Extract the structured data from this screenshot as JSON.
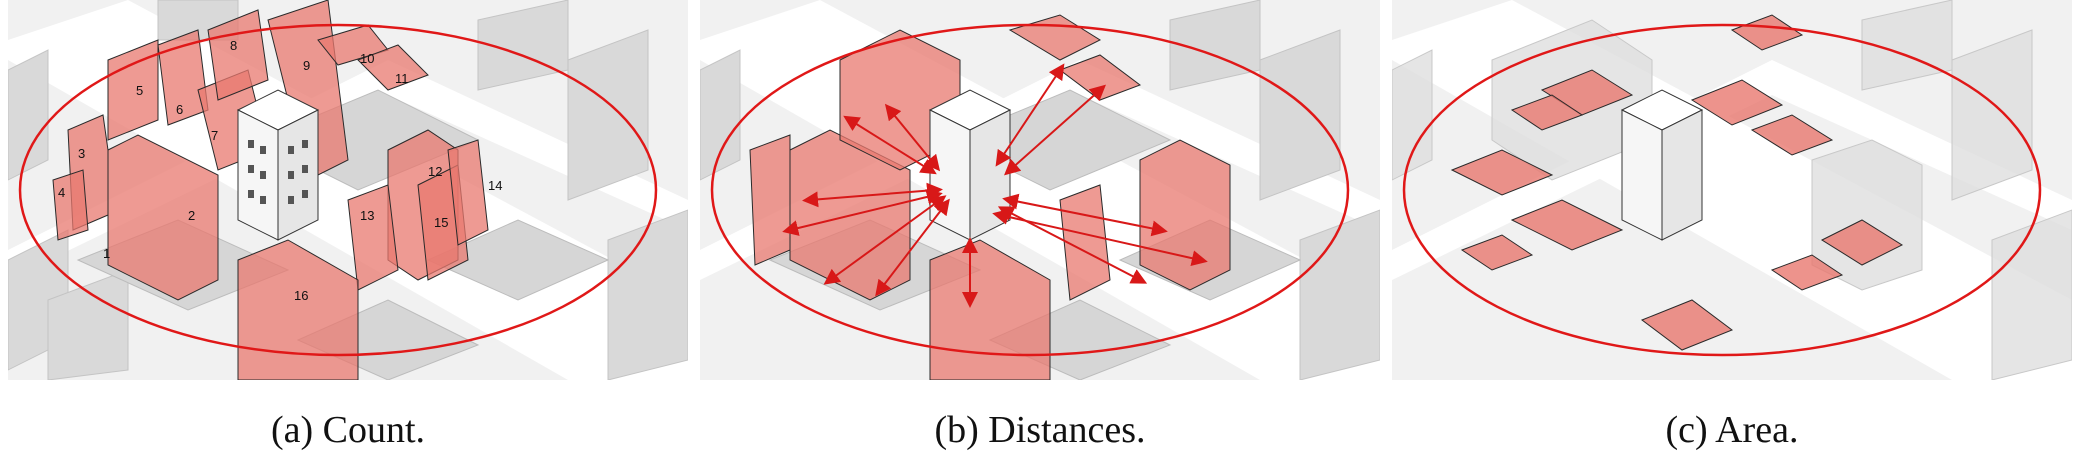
{
  "panels": [
    {
      "caption": "(a) Count.",
      "building_labels": [
        "1",
        "2",
        "3",
        "4",
        "5",
        "6",
        "7",
        "8",
        "9",
        "10",
        "11",
        "12",
        "13",
        "14",
        "15",
        "16"
      ]
    },
    {
      "caption": "(b) Distances."
    },
    {
      "caption": "(c) Area."
    }
  ],
  "colors": {
    "highlight_fill": "#e8786f",
    "circle_stroke": "#e01818",
    "building_light": "#dcdcdc",
    "street": "#ffffff"
  }
}
